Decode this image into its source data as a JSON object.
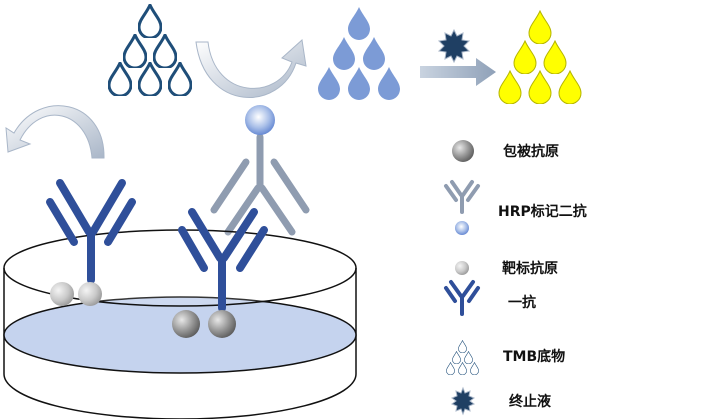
{
  "legend": {
    "coated_antigen": "包被抗原",
    "hrp_secondary_antibody": "HRP标记二抗",
    "target_antigen": "靶标抗原",
    "primary_antibody": "一抗",
    "tmb_substrate": "TMB底物",
    "stop_solution": "终止液"
  },
  "colors": {
    "antibody": "#2f4f9a",
    "secondary_antibody": "#8f9cb0",
    "tmb_outline": "#1f4e79",
    "blue_drop": "#7c9bd6",
    "yellow_drop": "#ffff00",
    "arrow_gray": "#a9b6c8",
    "well_fill": "#c5d3ee",
    "sphere_gray": "#9a9a9a"
  },
  "icons": [
    "curved-arrow-icon",
    "right-arrow-icon",
    "drop-icon",
    "starburst-icon",
    "sphere-icon",
    "y-antibody-icon"
  ]
}
